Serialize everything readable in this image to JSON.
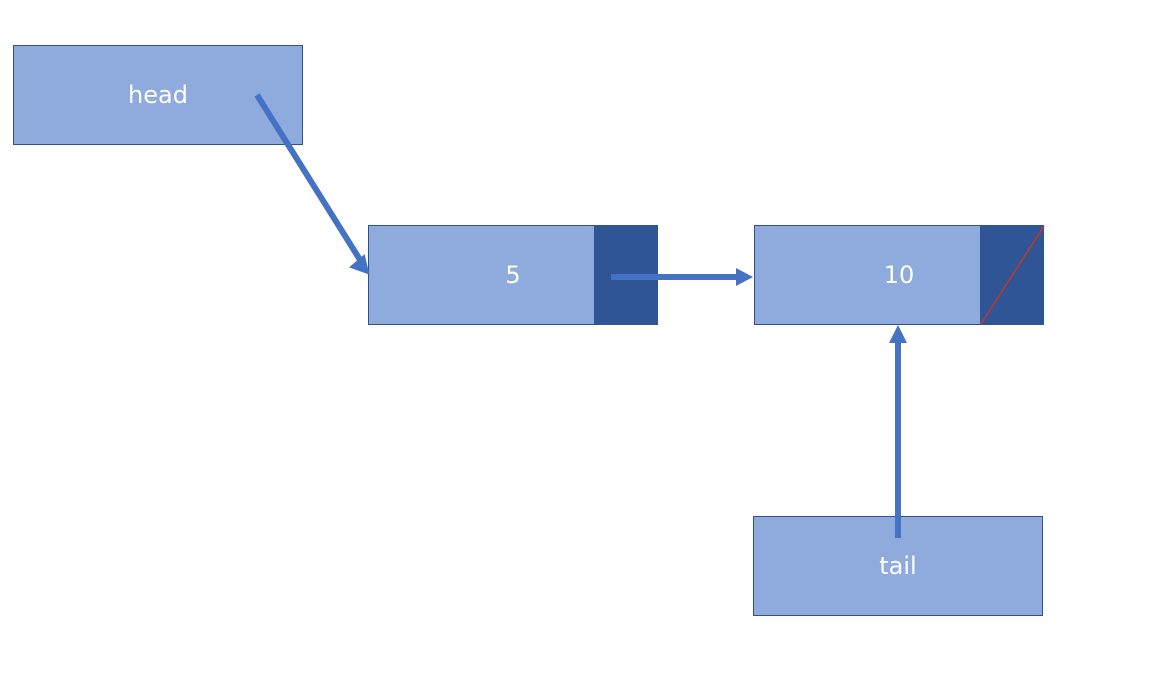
{
  "variables": {
    "head": {
      "label": "head"
    },
    "tail": {
      "label": "tail"
    }
  },
  "nodes": [
    {
      "value": "5",
      "next": "node-10"
    },
    {
      "value": "10",
      "next": null
    }
  ],
  "colors": {
    "box_fill": "#8faadc",
    "box_border": "#2f528f",
    "pointer_fill": "#2f5597",
    "arrow": "#4472c4",
    "null_slash": "#c0392b",
    "text": "#ffffff"
  }
}
